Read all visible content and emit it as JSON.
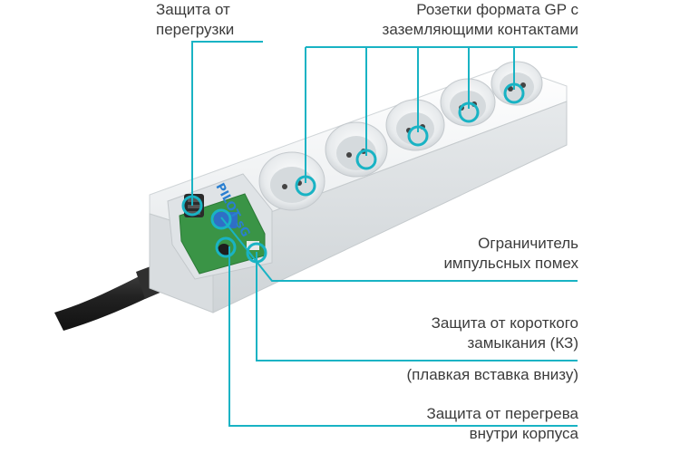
{
  "labels": {
    "overload": [
      "Защита от",
      "перегрузки"
    ],
    "sockets": [
      "Розетки формата GP с",
      "заземляющими контактами"
    ],
    "surge": [
      "Ограничитель",
      "импульсных помех"
    ],
    "short_circuit": [
      "Защита от короткого",
      "замыкания (КЗ)"
    ],
    "fuse_note": "(плавкая вставка внизу)",
    "overheat": [
      "Защита от перегрева",
      "внутри корпуса"
    ]
  },
  "brand": "PILOT sG",
  "colors": {
    "callout": "#19b3c4",
    "text": "#3c3c3c",
    "body": "#eef0f1",
    "pcb": "#2e8b3c",
    "cable": "#2a2a2a"
  }
}
